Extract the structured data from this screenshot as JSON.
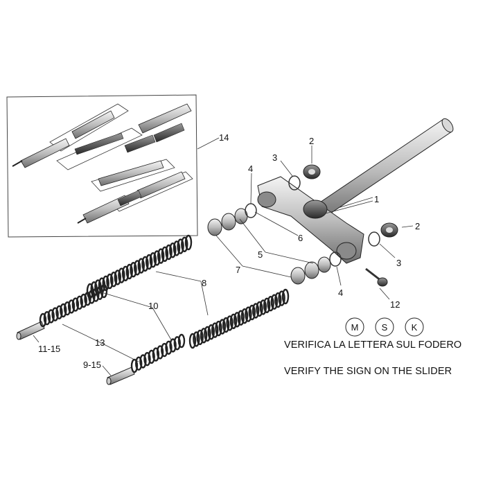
{
  "callouts": {
    "c1": "1",
    "c2a": "2",
    "c2b": "2",
    "c3a": "3",
    "c3b": "3",
    "c4a": "4",
    "c4b": "4",
    "c5": "5",
    "c6": "6",
    "c7": "7",
    "c8": "8",
    "c10": "10",
    "c11_15": "11-15",
    "c12": "12",
    "c13": "13",
    "c14": "14",
    "c9_15": "9-15"
  },
  "badges": [
    "M",
    "S",
    "K"
  ],
  "notes": {
    "italian": "VERIFICA LA LETTERA SUL FODERO",
    "english": "VERIFY THE SIGN ON THE SLIDER"
  }
}
